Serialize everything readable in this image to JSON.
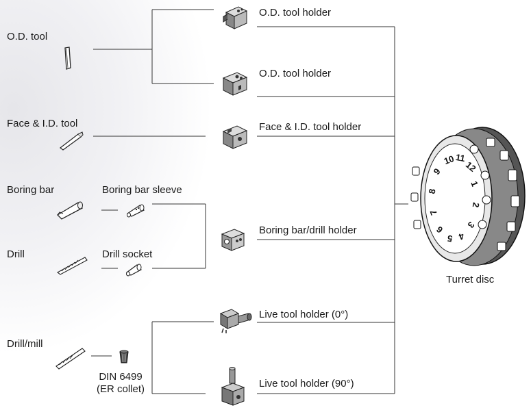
{
  "labels": {
    "od_tool": "O.D. tool",
    "od_holder_1": "O.D. tool holder",
    "od_holder_2": "O.D. tool holder",
    "face_id_tool": "Face & I.D. tool",
    "face_id_holder": "Face & I.D. tool holder",
    "boring_bar": "Boring bar",
    "boring_bar_sleeve": "Boring bar sleeve",
    "drill": "Drill",
    "drill_socket": "Drill socket",
    "boring_drill_holder": "Boring bar/drill holder",
    "turret_disc": "Turret disc",
    "live_holder_0": "Live tool holder (0°)",
    "drill_mill": "Drill/mill",
    "din_line1": "DIN 6499",
    "din_line2": "(ER collet)",
    "live_holder_90": "Live tool holder (90°)"
  },
  "turret_numbers": [
    "1",
    "2",
    "3",
    "4",
    "5",
    "6",
    "7",
    "8",
    "9",
    "10",
    "11",
    "12"
  ],
  "colors": {
    "line": "#333333",
    "bg_shade": "#e6e6ea"
  }
}
